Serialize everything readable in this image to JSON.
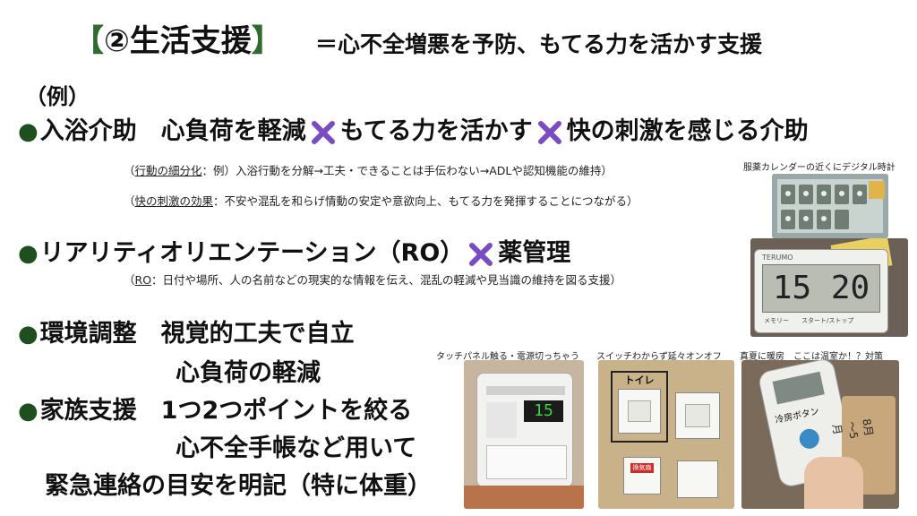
{
  "title": {
    "open_bracket": "【",
    "circle_num": "②",
    "main": "生活支援",
    "close_bracket": "】",
    "subtitle": "＝心不全増悪を予防、もてる力を活かす支援"
  },
  "example_label": "（例）",
  "bullets": {
    "bathing": {
      "head": "入浴介助　心負荷を軽減",
      "mid": "もてる力を活かす",
      "tail": "快の刺激を感じる介助",
      "note1_term": "行動の細分化",
      "note1_text": "：例）入浴行動を分解→工夫・できることは手伝わない→ADLや認知機能の維持）",
      "note1_open": "（",
      "note2_term": "快の刺激の効果",
      "note2_text": "：不安や混乱を和らげ情動の安定や意欲向上、もてる力を発揮することにつながる）",
      "note2_open": "（"
    },
    "ro": {
      "head": "リアリティオリエンテーション（RO）",
      "tail": "薬管理",
      "note_open": "（",
      "note_term": "RO",
      "note_text": "：日付や場所、人の名前などの現実的な情報を伝え、混乱の軽減や見当識の維持を図る支援）"
    },
    "environment": {
      "line1": "環境調整　視覚的工夫で自立",
      "line2": "心負荷の軽減"
    },
    "family": {
      "line1": "家族支援　1つ2つポイントを絞る",
      "line2": "心不全手帳など用いて",
      "line3": "緊急連絡の目安を明記（特に体重）"
    }
  },
  "captions": {
    "calendar": "服薬カレンダーの近くにデジタル時計",
    "touch_panel": "タッチパネル触る・電源切っちゃう",
    "switch": "スイッチわからず延々オンオフ",
    "heater": "真夏に暖房　ここは温室か！？対策"
  },
  "photo_text": {
    "clock_brand": "TERUMO",
    "clock_digits": "15 20",
    "clock_buttons": "メモリー　　スタート/ストップ",
    "calendar_note": "",
    "toilet_label": "トイレ",
    "remote_text": "8月～5月",
    "remote_button": "冷房ボタン",
    "panel_display": "15",
    "switch_red": "換気扇"
  },
  "colors": {
    "accent_green": "#2e6b2e",
    "x_purple": "#7a4cc2"
  }
}
